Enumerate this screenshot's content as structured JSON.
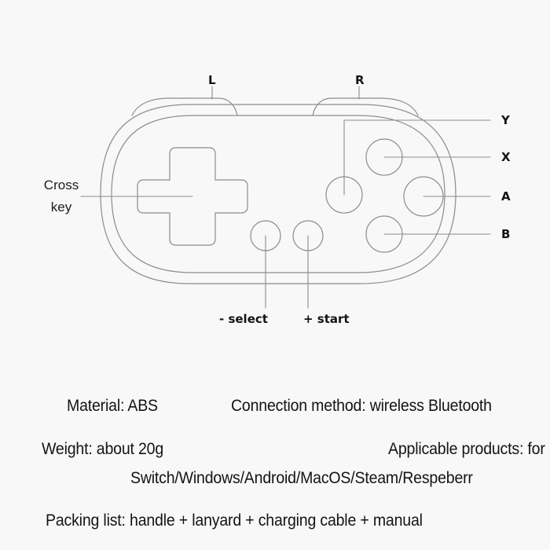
{
  "background_color": "#f8f8f8",
  "line_color": "#8c8c8c",
  "text_color": "#141414",
  "diagram": {
    "title": "gamepad-controller-labeled-diagram",
    "callouts": [
      {
        "id": "shoulder-left",
        "label": "L"
      },
      {
        "id": "shoulder-right",
        "label": "R"
      },
      {
        "id": "button-y",
        "label": "Y"
      },
      {
        "id": "button-x",
        "label": "X"
      },
      {
        "id": "button-a",
        "label": "A"
      },
      {
        "id": "button-b",
        "label": "B"
      },
      {
        "id": "select",
        "label": "- select"
      },
      {
        "id": "start",
        "label": "+ start"
      }
    ],
    "cross_key_label": "Cross\nkey"
  },
  "specs": {
    "material": "Material: ABS",
    "connection": "Connection method: wireless Bluetooth",
    "weight": "Weight: about 20g",
    "applicable_products": "Applicable products: for",
    "applicable_products_list": "Switch/Windows/Android/MacOS/Steam/Respeberr",
    "packing_list": "Packing list: handle + lanyard + charging cable + manual"
  }
}
